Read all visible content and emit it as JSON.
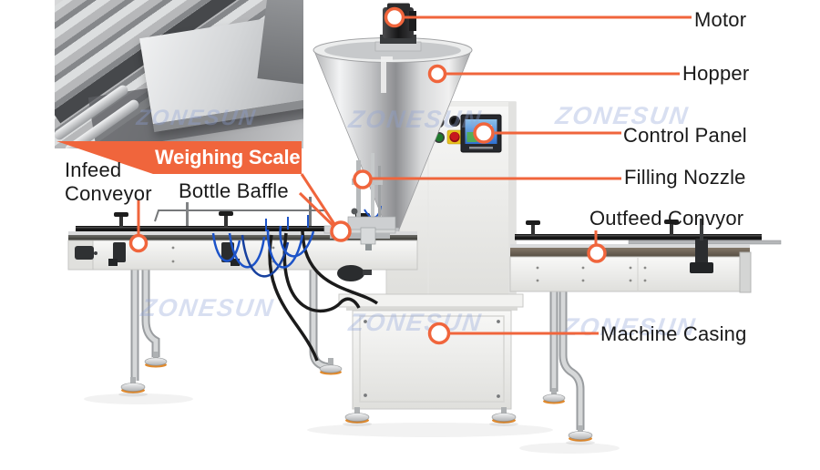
{
  "watermark_text": "ZONESUN",
  "accent_color": "#F0653C",
  "callouts": {
    "motor": {
      "label": "Motor"
    },
    "hopper": {
      "label": "Hopper"
    },
    "control_panel": {
      "label": "Control Panel"
    },
    "filling_nozzle": {
      "label": "Filling Nozzle"
    },
    "outfeed_conveyor": {
      "label": "Outfeed Convyor"
    },
    "machine_casing": {
      "label": "Machine Casing"
    },
    "weighing_scale": {
      "label": "Weighing Scale"
    },
    "infeed_conveyor": {
      "label_line1": "Infeed",
      "label_line2": "Conveyor"
    },
    "bottle_baffle": {
      "label": "Bottle Baffle"
    }
  },
  "colors": {
    "label_text": "#1A1A1A",
    "banner_background": "#F0653C",
    "banner_text": "#FFFFFF",
    "watermark": "#8FA3D8",
    "indicator_red": "#B02126",
    "indicator_green": "#1F7A2D",
    "estop_red": "#C8161D",
    "estop_yellow": "#E8C11C",
    "touchscreen_blue": "#3E78D8",
    "belt_dark": "#3C3C38",
    "belt_brown": "#6E6356"
  }
}
